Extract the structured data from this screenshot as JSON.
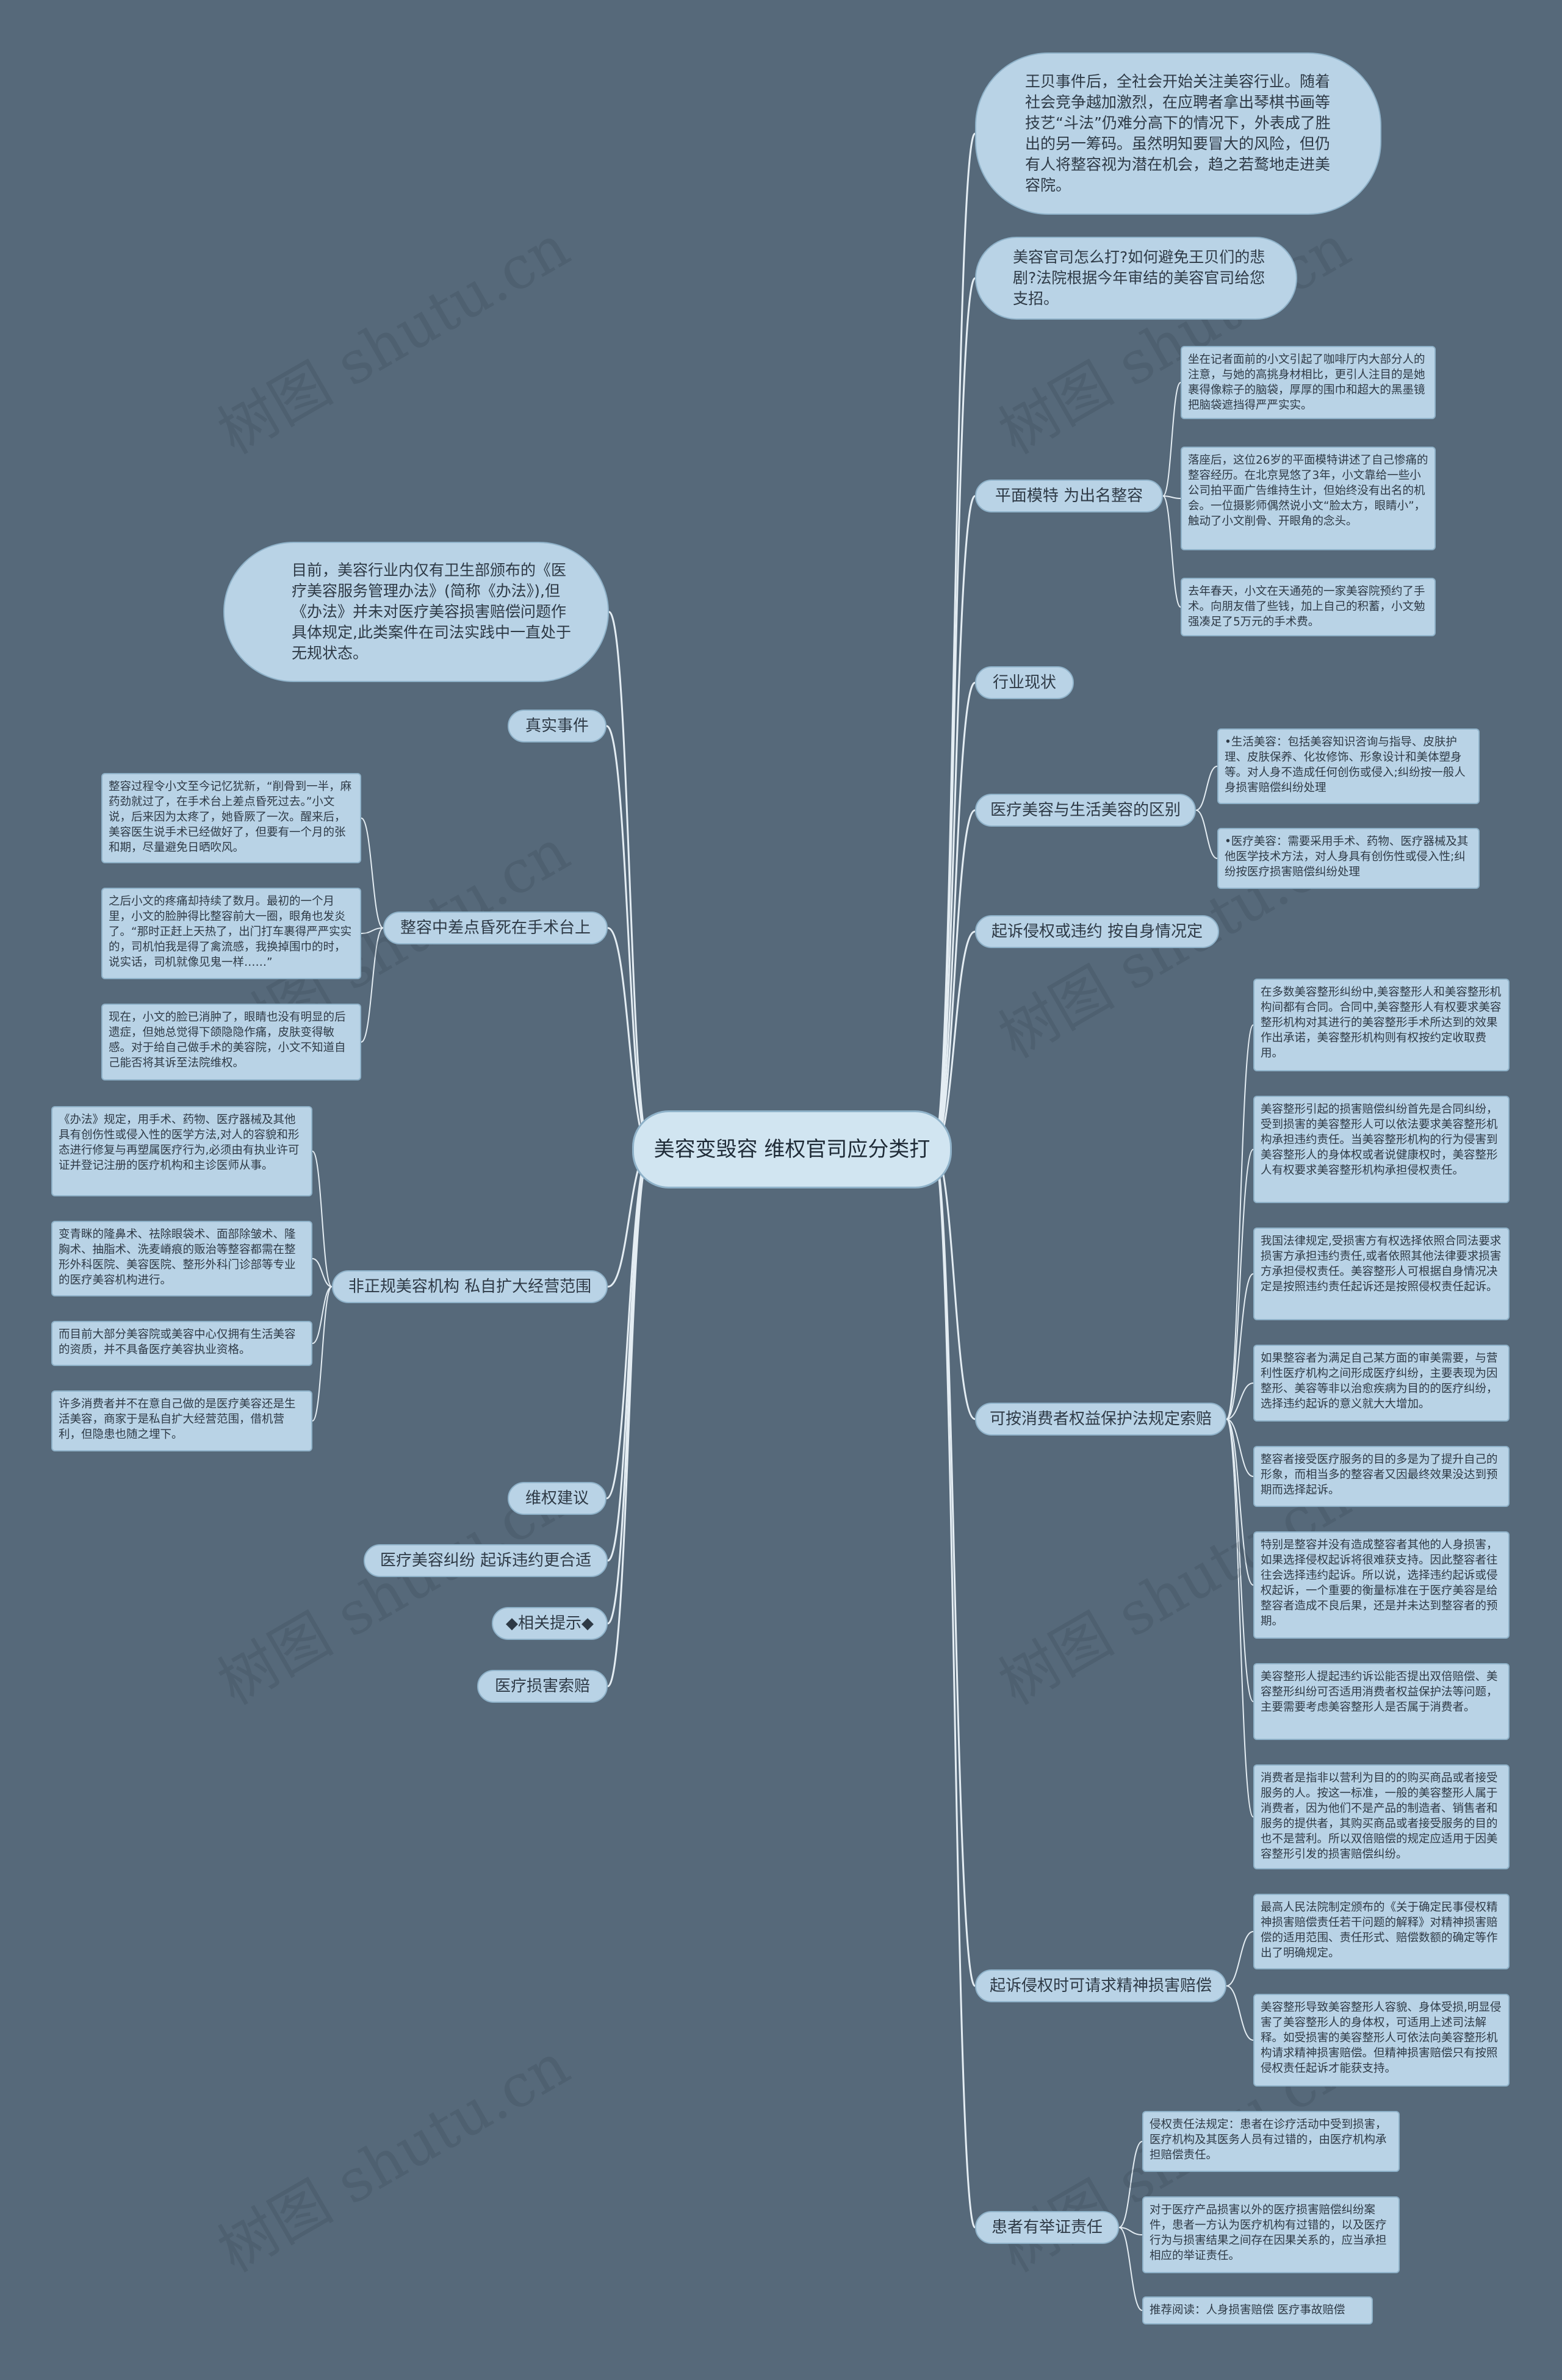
{
  "center": "美容变毁容 维权官司应分类打",
  "right": {
    "intro_bubble": "王贝事件后，全社会开始关注美容行业。随着社会竞争越加激烈，在应聘者拿出琴棋书画等技艺“斗法”仍难分高下的情况下，外表成了胜出的另一筹码。虽然明知要冒大的风险，但仍有人将整容视为潜在机会，趋之若鹜地走进美容院。",
    "question_bubble": "美容官司怎么打?如何避免王贝们的悲剧?法院根据今年审结的美容官司给您支招。",
    "model": {
      "label": "平面模特 为出名整容",
      "leaves": [
        "坐在记者面前的小文引起了咖啡厅内大部分人的注意，与她的高挑身材相比，更引人注目的是她裹得像粽子的脑袋，厚厚的围巾和超大的黑墨镜把脑袋遮挡得严严实实。",
        "落座后，这位26岁的平面模特讲述了自己惨痛的整容经历。在北京晃悠了3年，小文靠给一些小公司拍平面广告维持生计，但始终没有出名的机会。一位摄影师偶然说小文“脸太方，眼睛小”，触动了小文削骨、开眼角的念头。",
        "去年春天，小文在天通苑的一家美容院预约了手术。向朋友借了些钱，加上自己的积蓄，小文勉强凑足了5万元的手术费。"
      ]
    },
    "industry_label": "行业现状",
    "difference": {
      "label": "医疗美容与生活美容的区别",
      "leaves": [
        "•生活美容：包括美容知识咨询与指导、皮肤护理、皮肤保养、化妆修饰、形象设计和美体塑身等。对人身不造成任何创伤或侵入;纠纷按一般人身损害赔偿纠纷处理",
        "•医疗美容：需要采用手术、药物、医疗器械及其他医学技术方法，对人身具有创伤性或侵入性;纠纷按医疗损害赔偿纠纷处理"
      ]
    },
    "lawsuit_label": "起诉侵权或违约 按自身情况定",
    "consumer": {
      "label": "可按消费者权益保护法规定索赔",
      "leaves": [
        "在多数美容整形纠纷中,美容整形人和美容整形机构间都有合同。合同中,美容整形人有权要求美容整形机构对其进行的美容整形手术所达到的效果作出承诺，美容整形机构则有权按约定收取费用。",
        "美容整形引起的损害赔偿纠纷首先是合同纠纷，受到损害的美容整形人可以依法要求美容整形机构承担违约责任。当美容整形机构的行为侵害到美容整形人的身体权或者说健康权时，美容整形人有权要求美容整形机构承担侵权责任。",
        "我国法律规定,受损害方有权选择依照合同法要求损害方承担违约责任,或者依照其他法律要求损害方承担侵权责任。美容整形人可根据自身情况决定是按照违约责任起诉还是按照侵权责任起诉。",
        "如果整容者为满足自己某方面的审美需要，与营利性医疗机构之间形成医疗纠纷，主要表现为因整形、美容等非以治愈疾病为目的的医疗纠纷，选择违约起诉的意义就大大增加。",
        "整容者接受医疗服务的目的多是为了提升自己的形象，而相当多的整容者又因最终效果没达到预期而选择起诉。",
        "特别是整容并没有造成整容者其他的人身损害，如果选择侵权起诉将很难获支持。因此整容者往往会选择违约起诉。所以说，选择违约起诉或侵权起诉，一个重要的衡量标准在于医疗美容是给整容者造成不良后果，还是并未达到整容者的预期。",
        "美容整形人提起违约诉讼能否提出双倍赔偿、美容整形纠纷可否适用消费者权益保护法等问题，主要需要考虑美容整形人是否属于消费者。",
        "消费者是指非以营利为目的的购买商品或者接受服务的人。按这一标准，一般的美容整形人属于消费者，因为他们不是产品的制造者、销售者和服务的提供者，其购买商品或者接受服务的目的也不是营利。所以双倍赔偿的规定应适用于因美容整形引发的损害赔偿纠纷。"
      ]
    },
    "spiritual": {
      "label": "起诉侵权时可请求精神损害赔偿",
      "leaves": [
        "最高人民法院制定颁布的《关于确定民事侵权精神损害赔偿责任若干问题的解释》对精神损害赔偿的适用范围、责任形式、赔偿数额的确定等作出了明确规定。",
        "美容整形导致美容整形人容貌、身体受损,明显侵害了美容整形人的身体权，可适用上述司法解释。如受损害的美容整形人可依法向美容整形机构请求精神损害赔偿。但精神损害赔偿只有按照侵权责任起诉才能获支持。"
      ]
    },
    "burden": {
      "label": "患者有举证责任",
      "leaves": [
        "侵权责任法规定：患者在诊疗活动中受到损害，医疗机构及其医务人员有过错的，由医疗机构承担赔偿责任。",
        "对于医疗产品损害以外的医疗损害赔偿纠纷案件，患者一方认为医疗机构有过错的，以及医疗行为与损害结果之间存在因果关系的，应当承担相应的举证责任。",
        "推荐阅读：人身损害赔偿 医疗事故赔偿"
      ]
    }
  },
  "left": {
    "regulation_bubble": "目前，美容行业内仅有卫生部颁布的《医疗美容服务管理办法》(简称《办法》),但《办法》并未对医疗美容损害赔偿问题作具体规定,此类案件在司法实践中一直处于无规状态。",
    "real_event_label": "真实事件",
    "near_death": {
      "label": "整容中差点昏死在手术台上",
      "leaves": [
        "整容过程令小文至今记忆犹新，“削骨到一半，麻药劲就过了，在手术台上差点昏死过去。”小文说，后来因为太疼了，她昏厥了一次。醒来后，美容医生说手术已经做好了，但要有一个月的张和期，尽量避免日晒吹风。",
        "之后小文的疼痛却持续了数月。最初的一个月里，小文的脸肿得比整容前大一圈，眼角也发炎了。“那时正赶上天热了，出门打车裹得严严实实的，司机怕我是得了禽流感，我换掉围巾的时，说实话，司机就像见鬼一样……”",
        "现在，小文的脸已消肿了，眼睛也没有明显的后遗症，但她总觉得下颌隐隐作痛，皮肤变得敏感。对于给自己做手术的美容院，小文不知道自己能否将其诉至法院维权。"
      ]
    },
    "illegal": {
      "label": "非正规美容机构 私自扩大经营范围",
      "leaves": [
        "《办法》规定，用手术、药物、医疗器械及其他具有创伤性或侵入性的医学方法,对人的容貌和形态进行修复与再塑属医疗行为,必须由有执业许可证并登记注册的医疗机构和主诊医师从事。",
        "变青眯的隆鼻术、祛除眼袋术、面部除皱术、隆胸术、抽脂术、洗麦嵴痕的贩治等整容都需在整形外科医院、美容医院、整形外科门诊部等专业的医疗美容机构进行。",
        "而目前大部分美容院或美容中心仅拥有生活美容的资质，并不具备医疗美容执业资格。",
        "许多消费者并不在意自己做的是医疗美容还是生活美容，商家于是私自扩大经营范围，借机营利，但隐患也随之埋下。"
      ]
    },
    "advice_label": "维权建议",
    "medical_dispute_label": "医疗美容纠纷 起诉违约更合适",
    "tips_label": "◆相关提示◆",
    "compensation_label": "医疗损害索赔"
  },
  "watermark": "树图 shutu.cn",
  "colors": {
    "background": "#56697a",
    "node_fill": "#b9d3e6",
    "node_border": "#8fb2c9",
    "center_fill": "#d1e5f1",
    "link": "#e4edf3"
  }
}
